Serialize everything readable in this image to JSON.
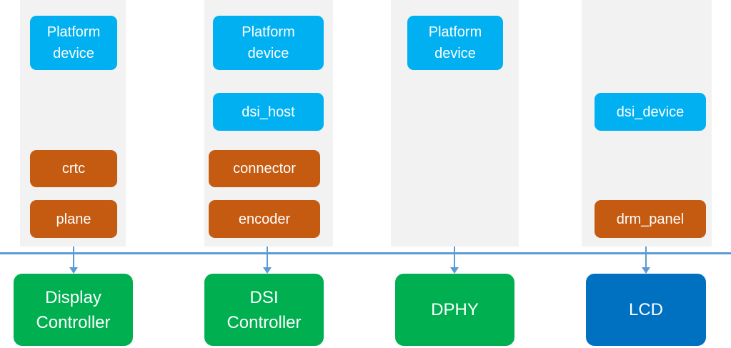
{
  "columns": {
    "display": {
      "platform_device": "Platform\ndevice",
      "crtc": "crtc",
      "plane": "plane",
      "hardware": "Display\nController"
    },
    "dsi": {
      "platform_device": "Platform\ndevice",
      "dsi_host": "dsi_host",
      "connector": "connector",
      "encoder": "encoder",
      "hardware": "DSI\nController"
    },
    "dphy": {
      "platform_device": "Platform\ndevice",
      "hardware": "DPHY"
    },
    "lcd": {
      "dsi_device": "dsi_device",
      "drm_panel": "drm_panel",
      "hardware": "LCD"
    }
  },
  "colors": {
    "device_box": "#00b0f0",
    "drm_object_box": "#c55a11",
    "hardware_box": "#00b050",
    "lcd_box": "#0070c0",
    "bus": "#5b9bd5",
    "column_bg": "#f2f2f2"
  }
}
